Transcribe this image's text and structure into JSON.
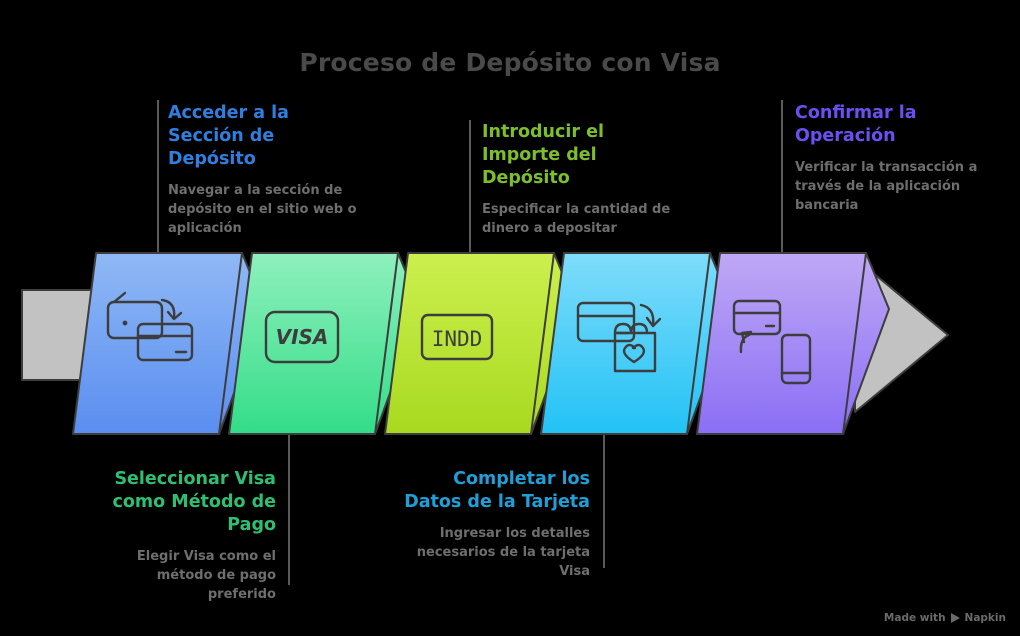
{
  "title": "Proceso de Depósito con Visa",
  "watermark": {
    "prefix": "Made with",
    "brand": "Napkin",
    "icon": "play-triangle-icon"
  },
  "colors": {
    "background": "#000000",
    "title": "#4a4a4a",
    "description": "#6e6e6e",
    "arrow": "#c2c2c2",
    "connector": "#5a5a5a",
    "step1": "#2f7fe0",
    "step2": "#2fbf72",
    "step3": "#7cbf2a",
    "step4": "#1f9fd8",
    "step5": "#6b4ff0"
  },
  "steps": [
    {
      "index": 1,
      "position": "top",
      "align": "left",
      "title": "Acceder a la Sección de Depósito",
      "description": "Navegar a la sección de depósito en el sitio web o aplicación",
      "color": "#2f7fe0",
      "banner_from": "#8fb8f5",
      "banner_to": "#5a8ef0",
      "icon": "wallet-card-arrow-icon"
    },
    {
      "index": 2,
      "position": "bottom",
      "align": "right",
      "title": "Seleccionar Visa como Método de Pago",
      "description": "Elegir Visa como el método de pago preferido",
      "color": "#2fbf72",
      "banner_from": "#8ff0bd",
      "banner_to": "#33dd88",
      "icon": "visa-card-icon",
      "icon_label": "VISA"
    },
    {
      "index": 3,
      "position": "top",
      "align": "left",
      "title": "Introducir el Importe del Depósito",
      "description": "Especificar la cantidad de dinero a depositar",
      "color": "#7cbf2a",
      "banner_from": "#ccf04f",
      "banner_to": "#a8d91f",
      "icon": "indd-box-icon",
      "icon_label": "INDD"
    },
    {
      "index": 4,
      "position": "bottom",
      "align": "right",
      "title": "Completar los Datos de la Tarjeta",
      "description": "Ingresar los detalles necesarios de la tarjeta Visa",
      "color": "#1f9fd8",
      "banner_from": "#7fdcfb",
      "banner_to": "#22c2f5",
      "icon": "card-to-bag-heart-icon"
    },
    {
      "index": 5,
      "position": "top",
      "align": "left",
      "title": "Confirmar la Operación",
      "description": "Verificar la transacción a través de la aplicación bancaria",
      "color": "#6b4ff0",
      "banner_from": "#bfa8f5",
      "banner_to": "#8a6ef5",
      "icon": "card-to-phone-icon"
    }
  ]
}
